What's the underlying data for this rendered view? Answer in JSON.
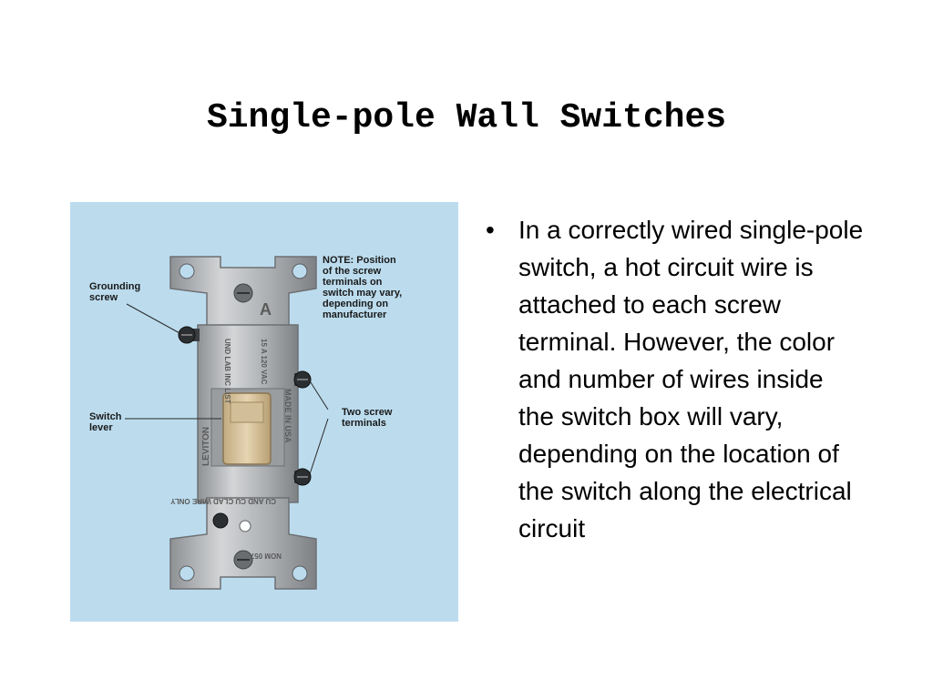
{
  "slide": {
    "title": "Single-pole Wall Switches"
  },
  "figure": {
    "callouts": {
      "grounding_screw": "Grounding\nscrew",
      "note": "NOTE: Position\nof the screw\nterminals on\nswitch may vary,\ndepending on\nmanufacturer",
      "switch_lever": "Switch\nlever",
      "two_screw_terminals": "Two screw\nterminals"
    },
    "switch_markings": {
      "brand": "LEVITON",
      "origin": "MADE IN USA",
      "rating": "15 A 120 VAC",
      "listing": "UND LAB INC LIST",
      "letter": "A",
      "wire_note": "CU AND CU CLAD WIRE ONLY",
      "code": "NOM 057"
    },
    "colors": {
      "background": "#bcdcee",
      "metal": "#b3b6b9",
      "lever": "#d9c6a2"
    }
  },
  "body": {
    "bullet_symbol": "•",
    "bullet_text": "In a correctly wired single-pole switch, a hot circuit wire is attached to each screw terminal. However, the color and number of wires inside the switch box will vary, depending on the location of the switch along the electrical circuit"
  }
}
